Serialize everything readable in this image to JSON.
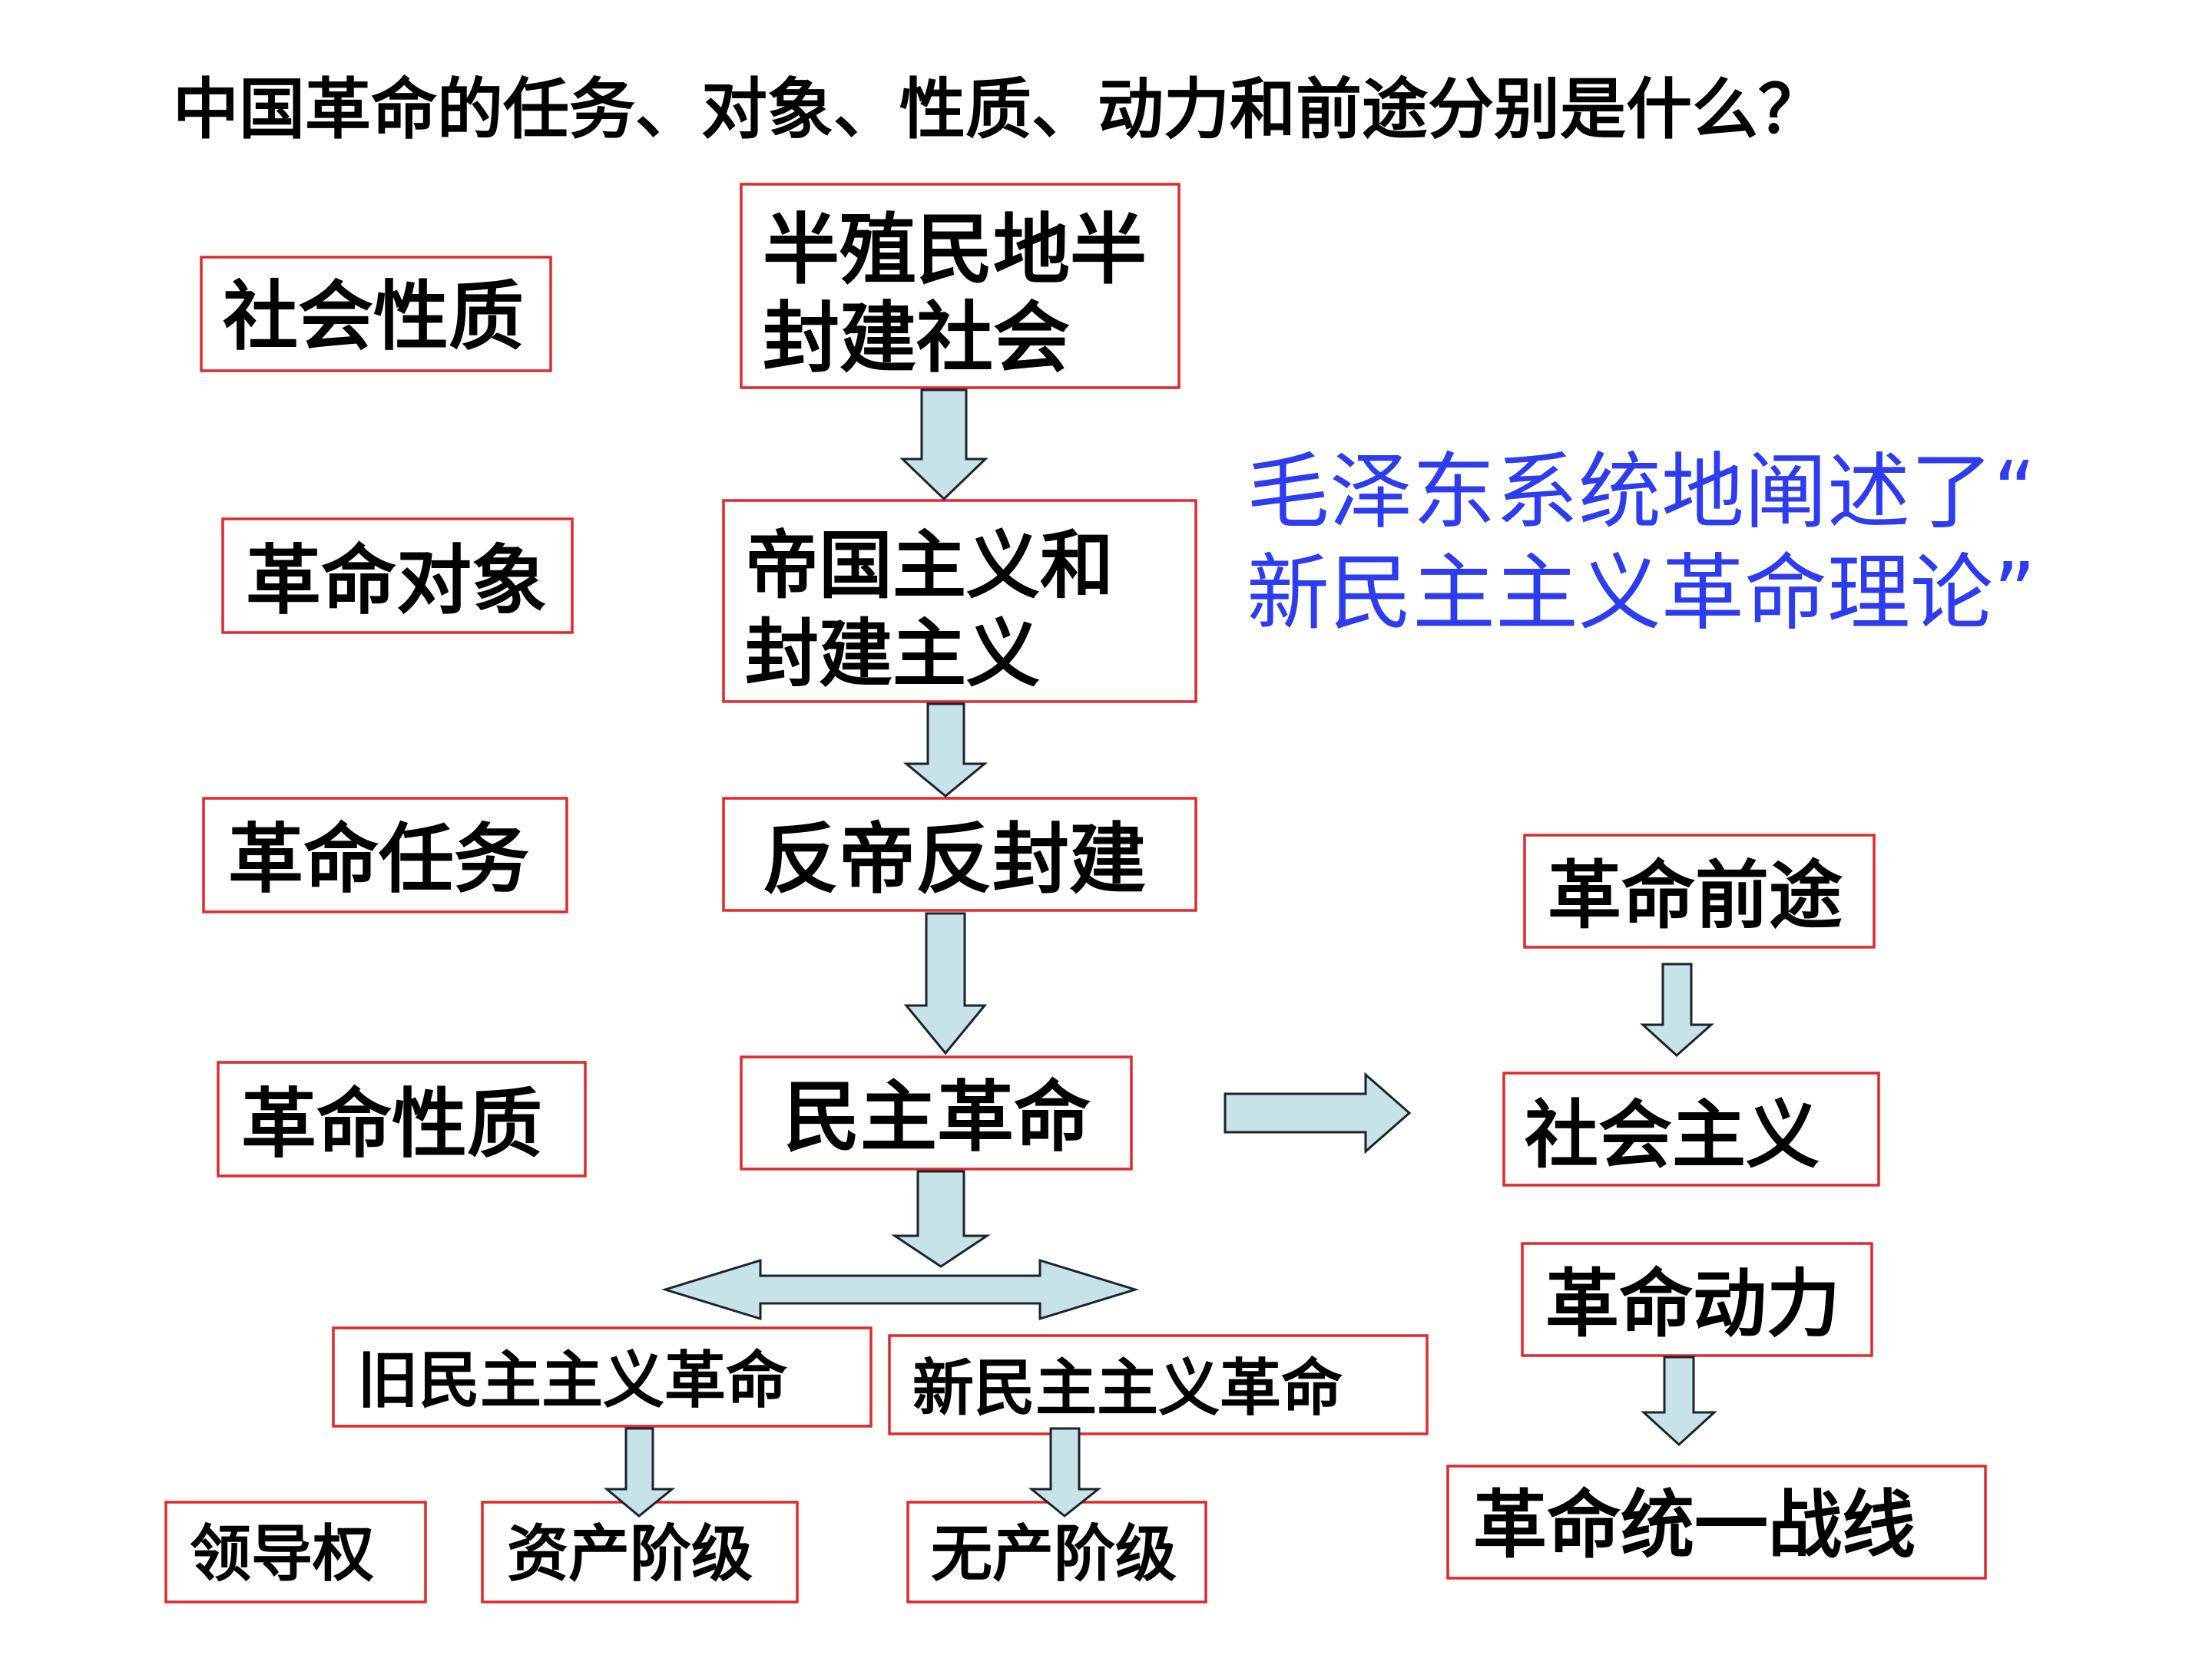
{
  "title": "中国革命的任务、对象、性质、动力和前途分别是什么？",
  "colors": {
    "box_border": "#e0292a",
    "arrow_fill": "#c7e3e7",
    "arrow_stroke": "#1a2330",
    "highlight_text": "#2e3cf0"
  },
  "labels": {
    "social_nature": "社会性质",
    "revolution_target": "革命对象",
    "revolution_task": "革命任务",
    "revolution_nature": "革命性质",
    "leadership": "领导权"
  },
  "flow": {
    "society_line1": "半殖民地半",
    "society_line2": "封建社会",
    "target_line1": "帝国主义和",
    "target_line2": "封建主义",
    "task": "反帝反封建",
    "nature": "民主革命",
    "old_revolution": "旧民主主义革命",
    "new_revolution": "新民主主义革命",
    "old_leader": "资产阶级",
    "new_leader": "无产阶级"
  },
  "right_side": {
    "prospect_label": "革命前途",
    "prospect_value": "社会主义",
    "motive_label": "革命动力",
    "motive_value": "革命统一战线"
  },
  "note": {
    "line1": "毛泽东系统地阐述了“",
    "line2": "新民主主义革命理论”"
  }
}
